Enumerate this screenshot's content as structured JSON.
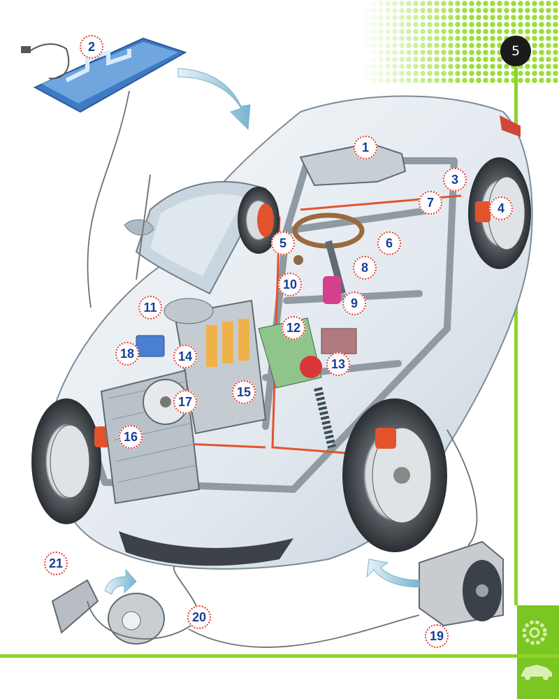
{
  "page": {
    "number": "5"
  },
  "colors": {
    "accent_green": "#8fd428",
    "callout_text": "#1a3c96",
    "callout_border": "#e23a2e",
    "car_body": "#e9eef2",
    "chassis_red": "#e2532d"
  },
  "callouts": [
    {
      "label": "1"
    },
    {
      "label": "2"
    },
    {
      "label": "3"
    },
    {
      "label": "4"
    },
    {
      "label": "5"
    },
    {
      "label": "6"
    },
    {
      "label": "7"
    },
    {
      "label": "8"
    },
    {
      "label": "9"
    },
    {
      "label": "10"
    },
    {
      "label": "11"
    },
    {
      "label": "12"
    },
    {
      "label": "13"
    },
    {
      "label": "14"
    },
    {
      "label": "15"
    },
    {
      "label": "16"
    },
    {
      "label": "17"
    },
    {
      "label": "18"
    },
    {
      "label": "19"
    },
    {
      "label": "20"
    },
    {
      "label": "21"
    }
  ],
  "icons": {
    "corner": [
      "gear-icon",
      "gear-icon",
      "car-icon"
    ]
  }
}
